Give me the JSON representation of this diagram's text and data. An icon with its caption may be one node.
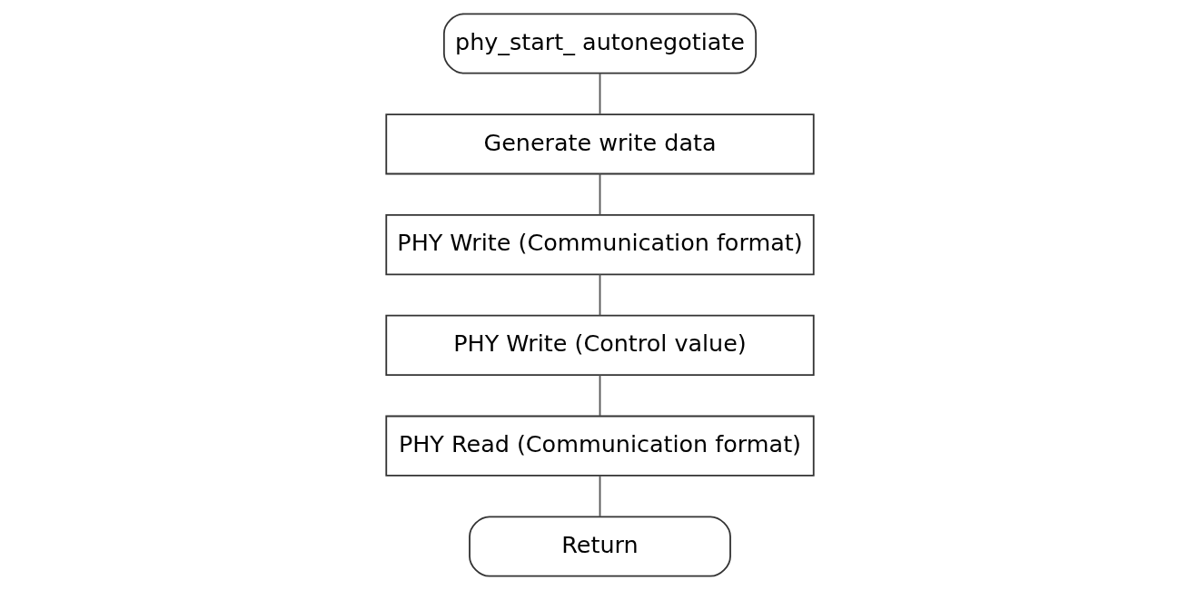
{
  "diagram": {
    "nodes": [
      {
        "text": [
          "phy_start_ autonegotiate"
        ]
      },
      {
        "text": [
          "Generate write data"
        ]
      },
      {
        "text": [
          "PHY Write (Communication format)"
        ]
      },
      {
        "text": [
          "PHY Write (Control value)"
        ]
      },
      {
        "text": [
          "PHY Read (Communication format)"
        ]
      },
      {
        "text": [
          "Return"
        ]
      }
    ],
    "edges": [
      {
        "from": 0,
        "to": 1,
        "arrow": "none"
      },
      {
        "from": 1,
        "to": 2,
        "arrow": "none"
      },
      {
        "from": 2,
        "to": 3,
        "arrow": "none"
      },
      {
        "from": 3,
        "to": 4,
        "arrow": "none"
      },
      {
        "from": 4,
        "to": 5,
        "arrow": "none"
      }
    ]
  }
}
